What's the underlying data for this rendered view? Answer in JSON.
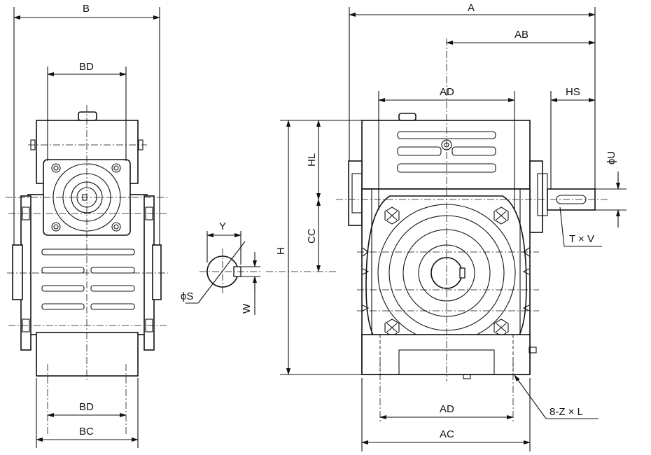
{
  "labels": {
    "B": "B",
    "BD_top": "BD",
    "BD_bottom": "BD",
    "BC": "BC",
    "Y": "Y",
    "phiS": "ϕS",
    "W": "W",
    "H": "H",
    "HL": "HL",
    "CC": "CC",
    "A": "A",
    "AB": "AB",
    "AD_top": "AD",
    "HS": "HS",
    "phiU": "ϕU",
    "TxV": "T × V",
    "AD_bottom": "AD",
    "AC": "AC",
    "bolts": "8-Z × L"
  },
  "icons": {
    "arrow": "arrowhead-icon",
    "hex_bolt": "hex-bolt-icon",
    "screw": "screw-icon"
  }
}
